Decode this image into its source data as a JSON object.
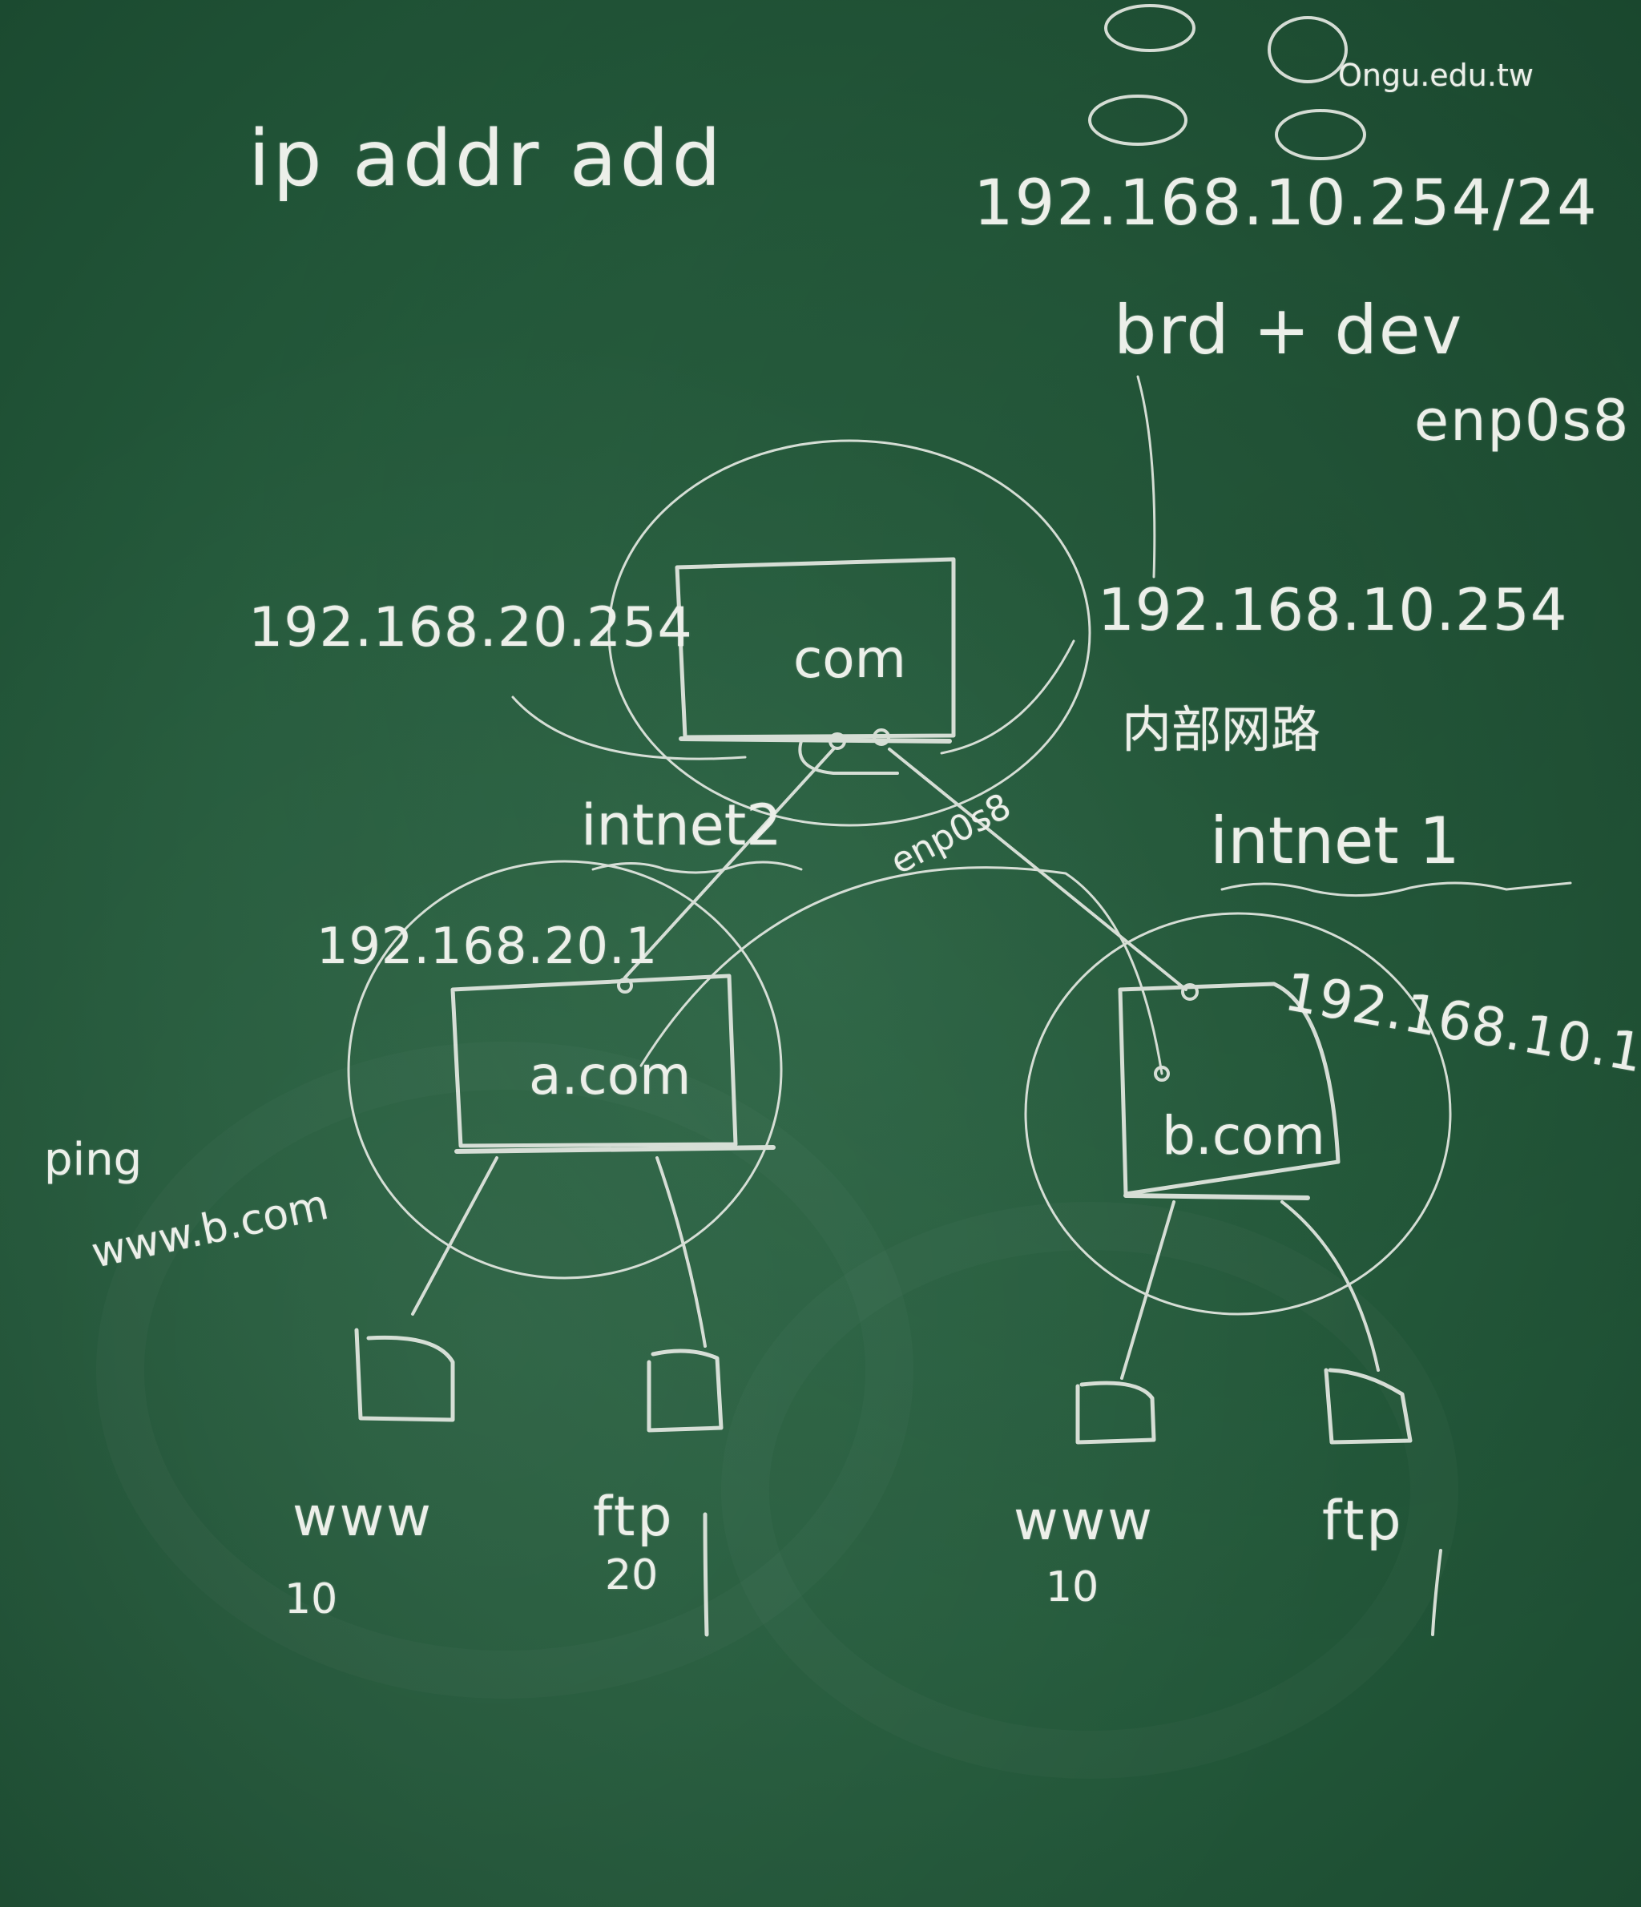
{
  "board": {
    "command": {
      "line1_a": "ip addr add",
      "line1_b": "192.168.10.254/24",
      "line2": "brd + dev",
      "line3": "enp0s8"
    },
    "corner_note": "Ongu.edu.tw",
    "router": {
      "label": "com",
      "ip_left": "192.168.20.254",
      "ip_right": "192.168.10.254",
      "chinese_note": "内部网路",
      "net_left": "intnet2",
      "net_right": "intnet 1",
      "iface": "enp0s8"
    },
    "hosts": [
      {
        "label": "a.com",
        "ip": "192.168.20.1",
        "servers": [
          {
            "name": "www",
            "number": "10"
          },
          {
            "name": "ftp",
            "number": "20"
          }
        ]
      },
      {
        "label": "b.com",
        "ip": "192.168.10.1",
        "servers": [
          {
            "name": "www",
            "number": "10"
          },
          {
            "name": "ftp",
            "number": ""
          }
        ]
      }
    ],
    "ping": {
      "line1": "ping",
      "line2": "www.b.com"
    }
  }
}
